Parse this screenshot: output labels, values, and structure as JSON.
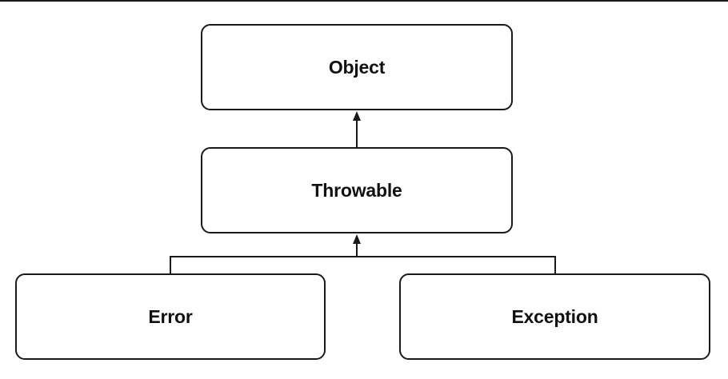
{
  "diagram": {
    "type": "class-hierarchy",
    "nodes": [
      {
        "id": "object",
        "label": "Object"
      },
      {
        "id": "throwable",
        "label": "Throwable"
      },
      {
        "id": "error",
        "label": "Error"
      },
      {
        "id": "exception",
        "label": "Exception"
      }
    ],
    "edges": [
      {
        "from": "throwable",
        "to": "object",
        "style": "arrow"
      },
      {
        "from": "error",
        "to": "throwable",
        "style": "arrow"
      },
      {
        "from": "exception",
        "to": "throwable",
        "style": "arrow"
      }
    ],
    "colors": {
      "stroke": "#1a1a1a",
      "background": "#ffffff",
      "text": "#111111"
    }
  }
}
